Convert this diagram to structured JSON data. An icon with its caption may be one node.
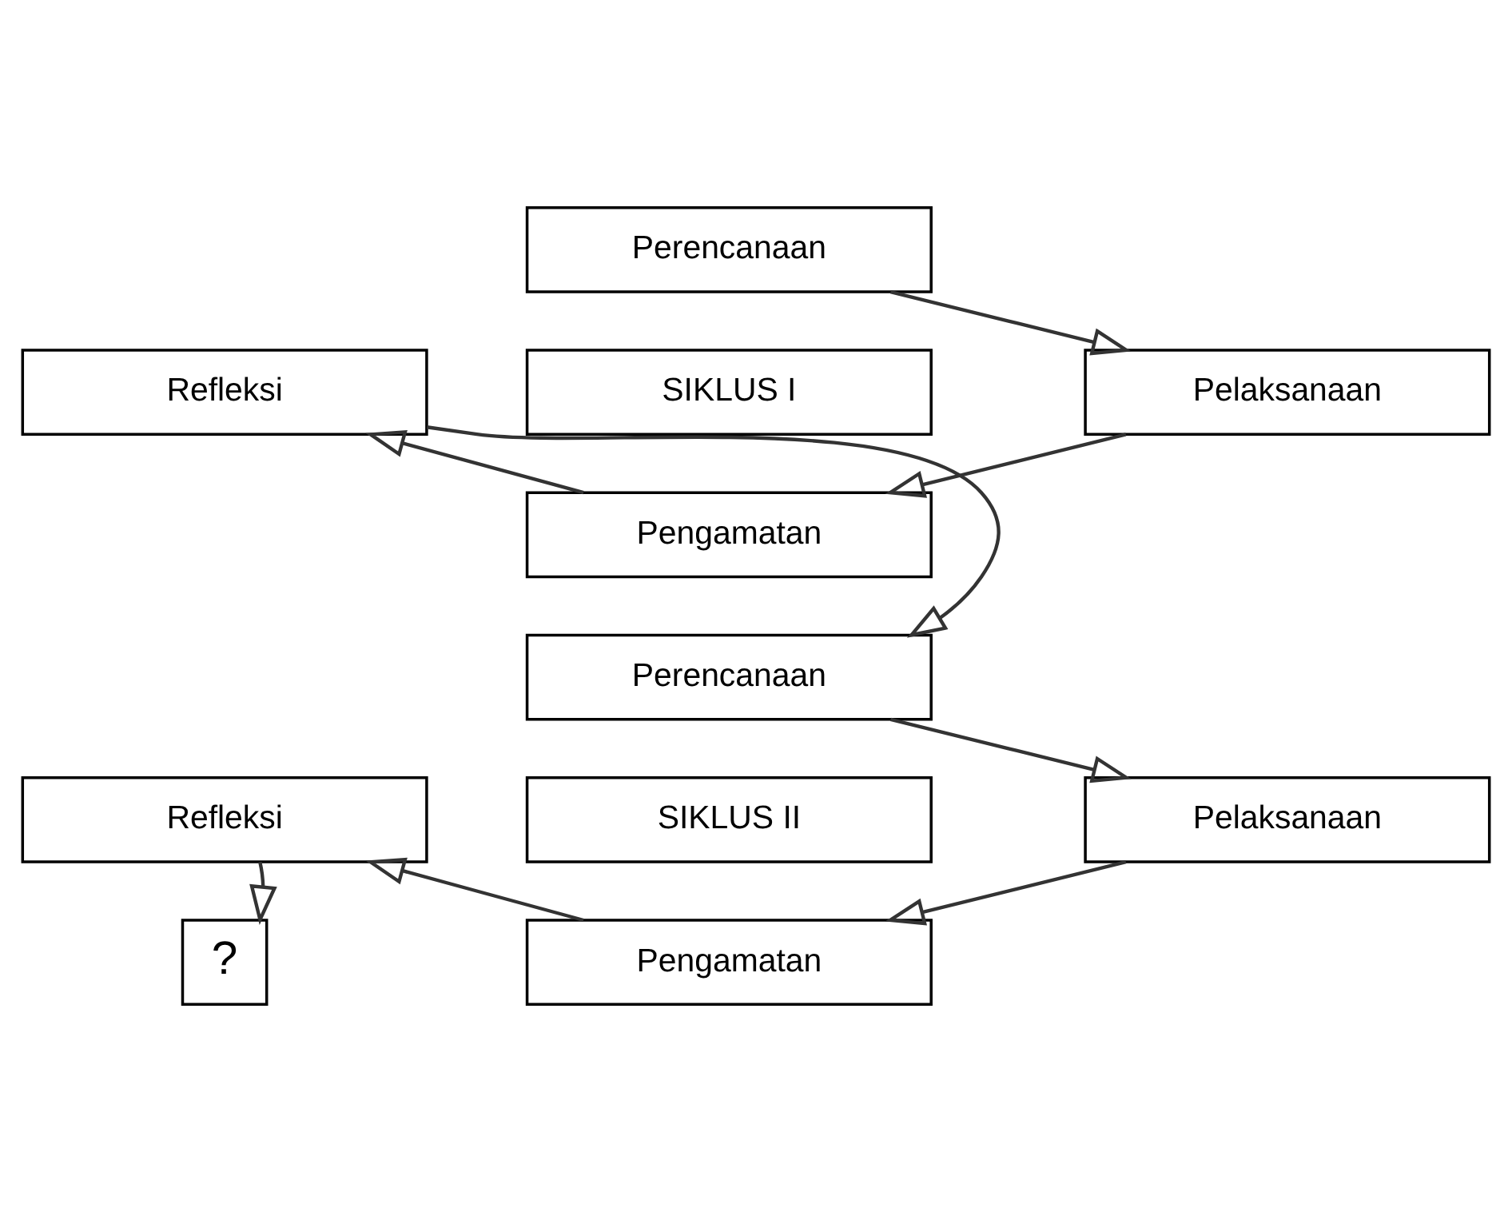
{
  "diagram": {
    "nodes": [
      {
        "text": [
          "Perencanaan"
        ]
      },
      {
        "text": [
          "Refleksi"
        ]
      },
      {
        "text": [
          "SIKLUS I"
        ]
      },
      {
        "text": [
          "Pelaksanaan"
        ]
      },
      {
        "text": [
          "Pengamatan"
        ]
      },
      {
        "text": [
          "Perencanaan"
        ]
      },
      {
        "text": [
          "Refleksi"
        ]
      },
      {
        "text": [
          "SIKLUS II"
        ]
      },
      {
        "text": [
          "Pelaksanaan"
        ]
      },
      {
        "text": [
          "Pengamatan"
        ]
      },
      {
        "text": [
          "?"
        ]
      }
    ],
    "edges": [
      {
        "from": 0,
        "to": 3,
        "arrow": "to"
      },
      {
        "from": 3,
        "to": 4,
        "arrow": "to"
      },
      {
        "from": 4,
        "to": 1,
        "arrow": "to"
      },
      {
        "from": 1,
        "to": 5,
        "arrow": "to"
      },
      {
        "from": 5,
        "to": 8,
        "arrow": "to"
      },
      {
        "from": 8,
        "to": 9,
        "arrow": "to"
      },
      {
        "from": 9,
        "to": 6,
        "arrow": "to"
      },
      {
        "from": 6,
        "to": 10,
        "arrow": "to"
      }
    ]
  }
}
